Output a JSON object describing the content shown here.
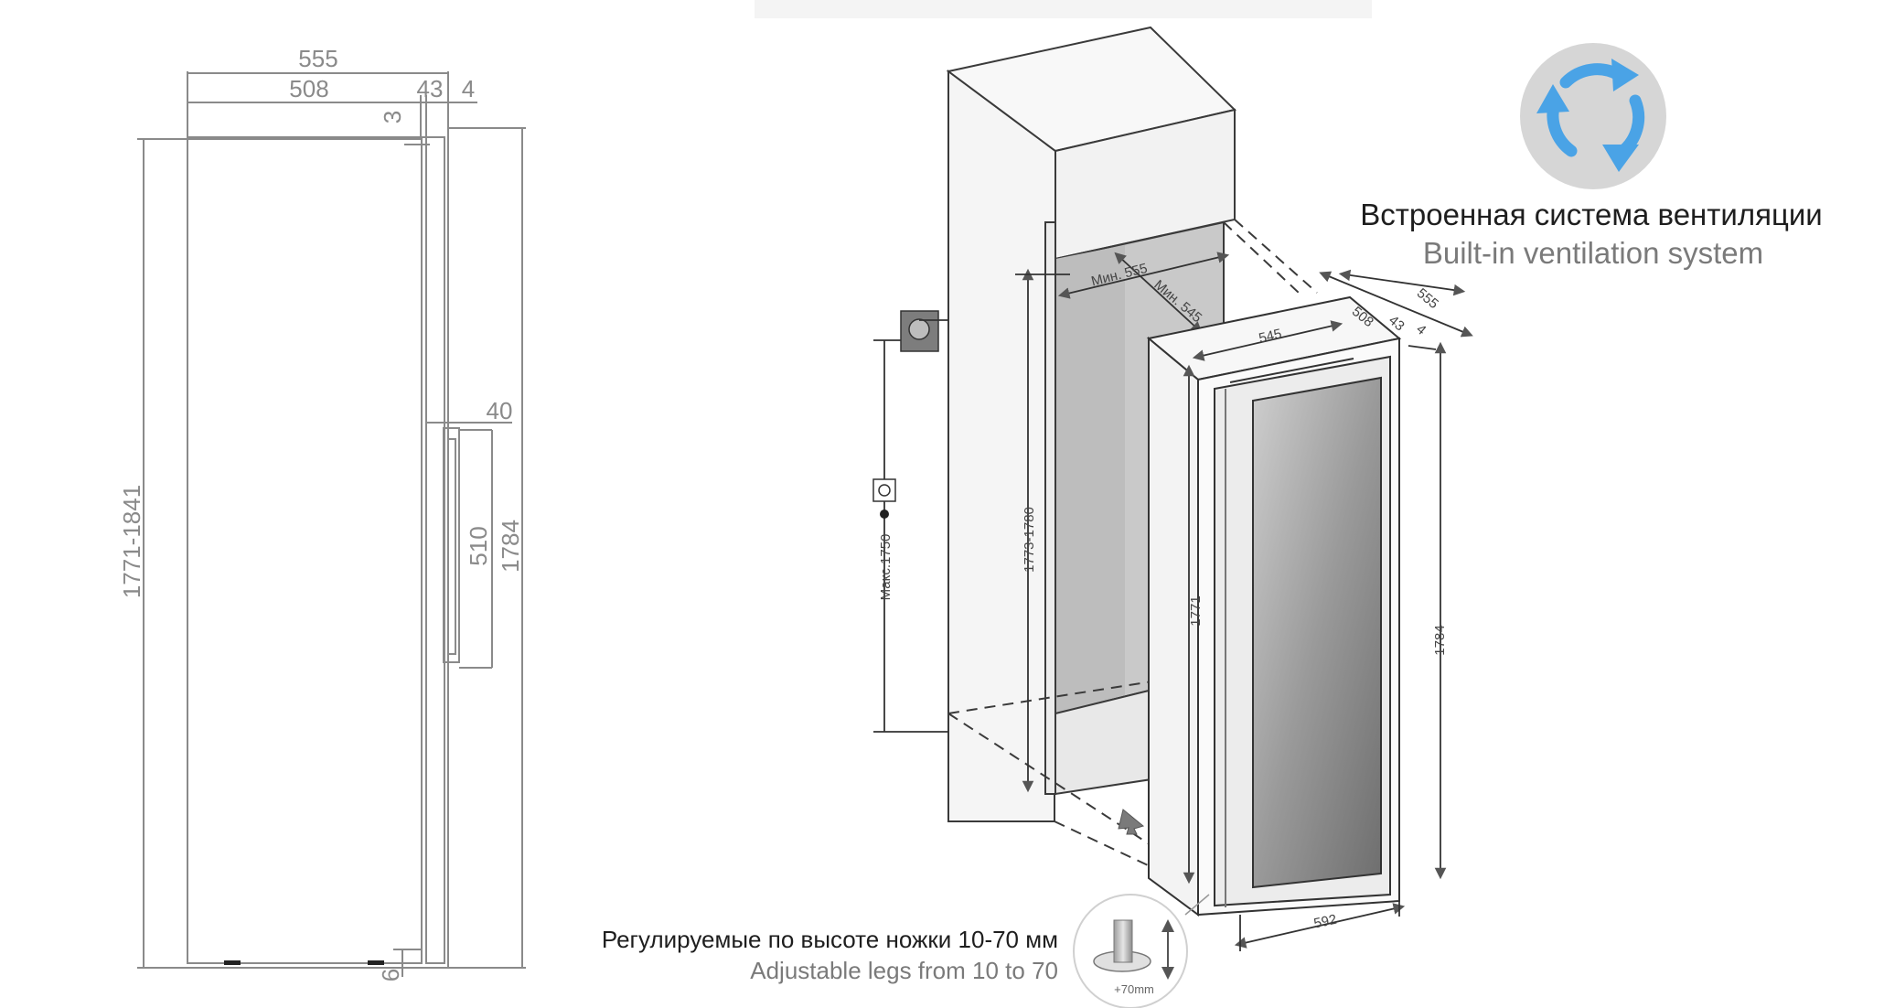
{
  "left_drawing": {
    "width_total": "555",
    "width_body": "508",
    "width_door": "43",
    "width_handle_gap": "4",
    "gap_top": "3",
    "height_total": "1771-1841",
    "handle_depth": "40",
    "handle_length": "510",
    "height_body": "1784",
    "leg_height": "6"
  },
  "right_drawing": {
    "niche_width": "Мин. 555",
    "niche_depth": "Мин. 545",
    "niche_height": "1773-1780",
    "socket_height": "Макс.1750",
    "unit_width_side": "545",
    "unit_depth_top": "555",
    "unit_depth_body": "508",
    "unit_door": "43",
    "unit_handle": "4",
    "unit_height_left": "1771",
    "unit_height_right": "1784",
    "unit_width_front": "592",
    "legs_badge": "+70mm"
  },
  "ventilation": {
    "title_ru": "Встроенная система вентиляции",
    "title_en": "Built-in ventilation system",
    "icon_color": "#4aa3e6",
    "badge_color": "#d6d6d6"
  },
  "legs": {
    "title_ru": "Регулируемые по высоте ножки 10-70 мм",
    "title_en": "Adjustable legs from 10 to 70"
  }
}
